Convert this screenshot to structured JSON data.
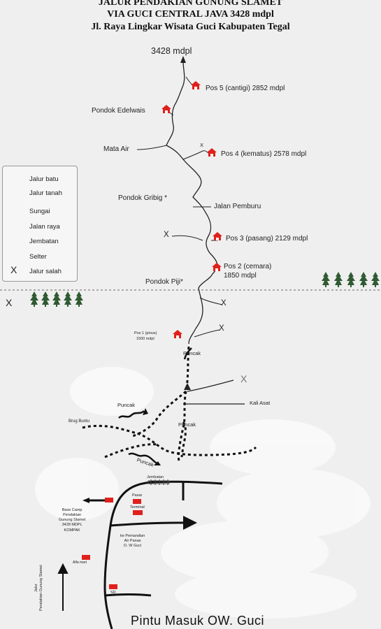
{
  "title": {
    "line1": "JALUR PENDAKIAN GUNUNG SLAMET",
    "line2": "VIA GUCI CENTRAL JAVA 3428 mdpl",
    "line3": "Jl. Raya Lingkar Wisata Guci Kabupaten Tegal"
  },
  "summit": "3428 mdpl",
  "posts": {
    "pos5": "Pos 5 (cantigi) 2852 mdpl",
    "edelwais": "Pondok Edelwais",
    "mata_air": "Mata Air",
    "pos4": "Pos 4 (kematus) 2578 mdpl",
    "gribig": "Pondok Gribig *",
    "pemburu": "Jalan Pemburu",
    "pos3": "Pos 3 (pasang) 2129 mdpl",
    "pos2_a": "Pos 2 (cemara)",
    "pos2_b": "1850 mdpl",
    "piji": "Pondok Piji*",
    "pos1_a": "Pos 1 (pinus)",
    "pos1_b": "1500 mdpl"
  },
  "wrong_mark": "X",
  "legend": {
    "batu": "Jalur batu",
    "tanah": "Jalur tanah",
    "sungai": "Sungai",
    "raya": "Jalan raya",
    "jembatan": "Jembatan",
    "selter": "Selter",
    "salah": "Jalur salah"
  },
  "lower": {
    "puncak1": "Puncak",
    "puncak2": "Puncak",
    "puncak3": "Puncak",
    "puncak4": "Puncak",
    "kali_asat": "Kali Asat",
    "brug_buntu": "Brug Buntu",
    "jembatan": "Jembatan",
    "basecamp": "Base Camp\nPendakian\nGunung Slamet\n3428 MDPL\nKOMPAK",
    "pasar": "Pasar",
    "terminal": "Terminal",
    "pemandian": "ke Pemandian\nAir Panas\nO. W Guci",
    "alfamart": "Alfa mart",
    "sd": "SD",
    "vertical": "Jalur\nPendakian Gunung Slamet",
    "gate": "Pintu Masuk OW. Guci"
  },
  "colors": {
    "selter": "#e0201c",
    "trees": "#2f5a32",
    "road": "#111111",
    "background": "#efefef"
  }
}
